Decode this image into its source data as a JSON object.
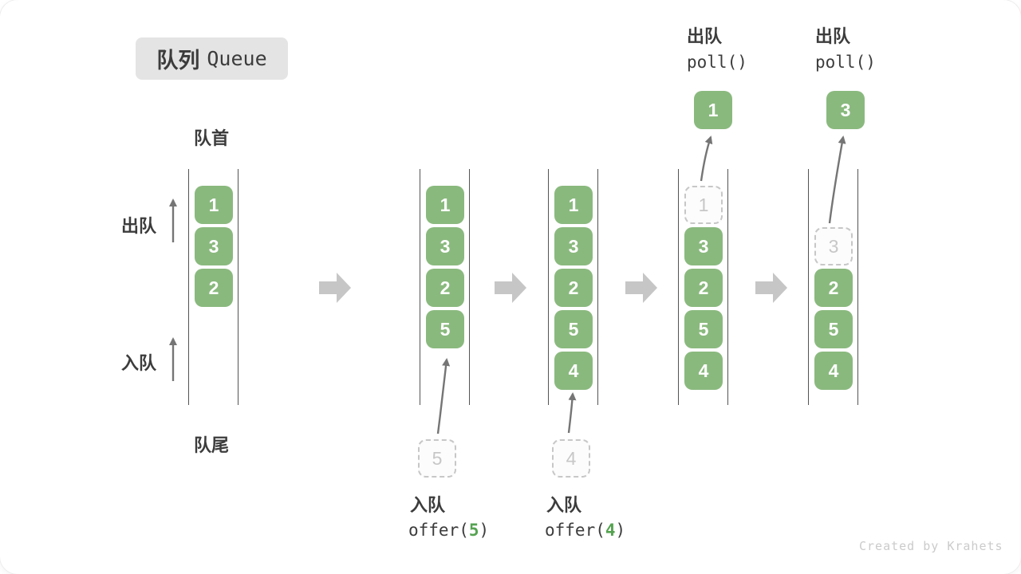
{
  "title": {
    "zh": "队列",
    "en": "Queue"
  },
  "labels": {
    "front": "队首",
    "rear": "队尾",
    "dequeue": "出队",
    "enqueue": "入队"
  },
  "watermark": "Created by Krahets",
  "colors": {
    "block": "#8ab97e",
    "code_green": "#55a351",
    "big_arrow": "#c6c6c6",
    "thin_arrow": "#757575",
    "text": "#3c3c3c",
    "muted": "#c7c7c7"
  },
  "states": {
    "s1": {
      "blocks": [
        "1",
        "3",
        "2"
      ]
    },
    "s2": {
      "blocks": [
        "1",
        "3",
        "2",
        "5"
      ],
      "pending": "5",
      "op": "入队",
      "code_pre": "offer(",
      "code_arg": "5",
      "code_post": ")"
    },
    "s3": {
      "blocks": [
        "1",
        "3",
        "2",
        "5",
        "4"
      ],
      "pending": "4",
      "op": "入队",
      "code_pre": "offer(",
      "code_arg": "4",
      "code_post": ")"
    },
    "s4": {
      "removed": "1",
      "blocks": [
        "3",
        "2",
        "5",
        "4"
      ],
      "op": "出队",
      "code": "poll()",
      "result": "1"
    },
    "s5": {
      "removed": "3",
      "blocks": [
        "2",
        "5",
        "4"
      ],
      "op": "出队",
      "code": "poll()",
      "result": "3"
    }
  }
}
